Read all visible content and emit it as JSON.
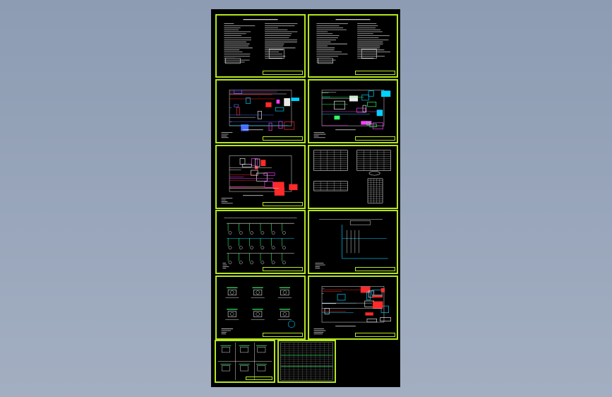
{
  "window": {
    "title": ""
  },
  "colors": {
    "background": "#9aa7bc",
    "sheet_bg": "#000000",
    "frame": "#b5e61d",
    "line_white": "#e8e8e8",
    "line_red": "#ff2a2a",
    "line_cyan": "#00d2ff",
    "line_magenta": "#ff3cff",
    "line_green": "#32ff64",
    "line_blue": "#4a6bff"
  },
  "sheets": [
    {
      "id": "s1",
      "kind": "notes",
      "title": ""
    },
    {
      "id": "s2",
      "kind": "notes",
      "title": ""
    },
    {
      "id": "s3",
      "kind": "plan-color",
      "title": ""
    },
    {
      "id": "s4",
      "kind": "plan-cyan",
      "title": ""
    },
    {
      "id": "s5",
      "kind": "plan-red",
      "title": ""
    },
    {
      "id": "s6",
      "kind": "tables",
      "title": ""
    },
    {
      "id": "s7",
      "kind": "system",
      "title": ""
    },
    {
      "id": "s8",
      "kind": "system",
      "title": ""
    },
    {
      "id": "s9",
      "kind": "details",
      "title": ""
    },
    {
      "id": "s10",
      "kind": "plan-red",
      "title": ""
    },
    {
      "id": "s11",
      "kind": "details-small",
      "title": ""
    },
    {
      "id": "s12",
      "kind": "table-grid",
      "title": ""
    }
  ]
}
